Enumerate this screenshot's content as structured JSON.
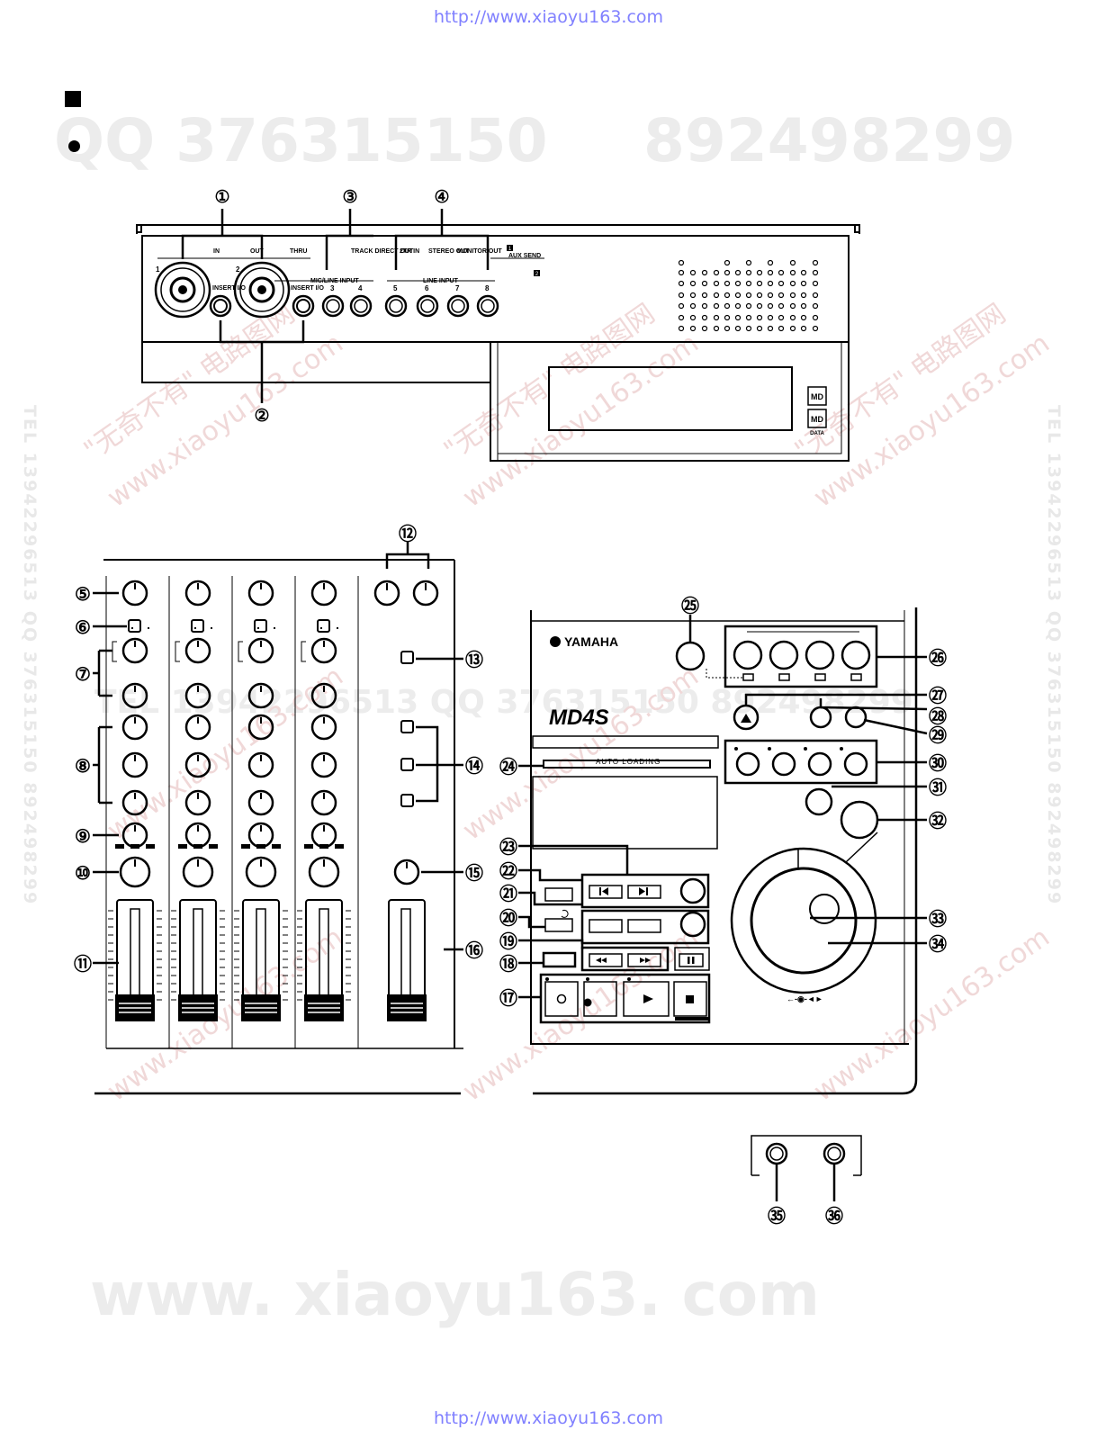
{
  "header_url": "http://www.xiaoyu163.com",
  "footer_url": "http://www.xiaoyu163.com",
  "watermarks": {
    "qq_left": "QQ 376315150",
    "qq_right": "892498299",
    "side_left": "TEL 13942296513  QQ 376315150  892498299",
    "side_right": "TEL 13942296513  QQ 376315150  892498299",
    "mid_line": "TEL 13942296513  QQ 376315150  892498299",
    "site_text": "www.xiaoyu163.com",
    "site_cn": "\"无奇不有\" 电路图网",
    "bottom": "www. xiaoyu163. com"
  },
  "rear_panel": {
    "labels": {
      "in": "IN",
      "mic_out": "OUT",
      "thru": "THRU",
      "track_direct_out": "TRACK DIRECT OUT",
      "two_tr_in": "2TR IN",
      "stereo_out": "STEREO OUT",
      "monitor_out": "MONITOR OUT",
      "aux_send": "AUX SEND",
      "mic_line_input": "MIC/LINE INPUT",
      "line_input": "LINE INPUT",
      "insert_1": "INSERT I/O",
      "insert_2": "INSERT I/O",
      "ch1": "1",
      "ch2": "2",
      "j3": "3",
      "j4": "4",
      "j5": "5",
      "j6": "6",
      "j7": "7",
      "j8": "8",
      "aux_1": "1",
      "aux_2": "2",
      "md_data": "DATA"
    },
    "callouts": [
      "①",
      "②",
      "③",
      "④"
    ]
  },
  "front_panel": {
    "brand": "YAMAHA",
    "model": "MD4S",
    "auto_loading": "AUTO LOADING",
    "callouts": [
      "⑤",
      "⑥",
      "⑦",
      "⑧",
      "⑨",
      "⑩",
      "⑪",
      "⑫",
      "⑬",
      "⑭",
      "⑮",
      "⑯",
      "⑰",
      "⑱",
      "⑲",
      "⑳",
      "㉑",
      "㉒",
      "㉓",
      "㉔",
      "㉕",
      "㉖",
      "㉗",
      "㉘",
      "㉙",
      "㉚",
      "㉛",
      "㉜",
      "㉝",
      "㉞",
      "㉟",
      "㊱"
    ]
  },
  "colors": {
    "url": "#8080ff",
    "line": "#000000",
    "watermark": "#ececec"
  }
}
